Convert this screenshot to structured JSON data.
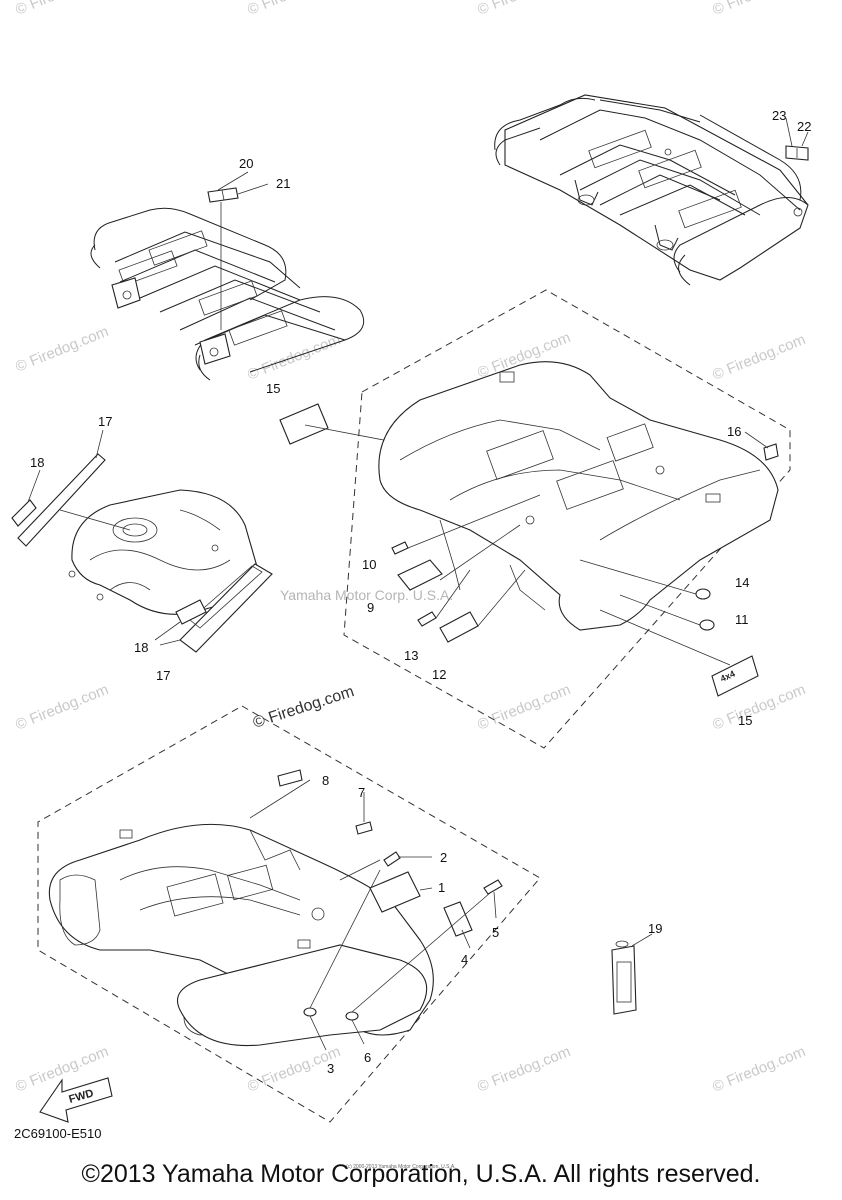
{
  "watermark": {
    "small": "© Firedog.com",
    "large": "© Firedog.com",
    "center": "Yamaha Motor Corp. U.S.A."
  },
  "callouts": {
    "c1": "1",
    "c2": "2",
    "c3": "3",
    "c4": "4",
    "c5": "5",
    "c6": "6",
    "c7": "7",
    "c8": "8",
    "c9": "9",
    "c10": "10",
    "c11": "11",
    "c12": "12",
    "c13": "13",
    "c14": "14",
    "c15a": "15",
    "c15b": "15",
    "c16": "16",
    "c17a": "17",
    "c17b": "17",
    "c18a": "18",
    "c18b": "18",
    "c19": "19",
    "c20": "20",
    "c21": "21",
    "c22": "22",
    "c23": "23"
  },
  "fwd_label": "FWD",
  "diagram_code": "2C69100-E510",
  "tiny_note": "(c) 2000-2013 Yamaha Motor Corporation, U.S.A.",
  "copyright": "©2013 Yamaha Motor Corporation, U.S.A. All rights reserved."
}
